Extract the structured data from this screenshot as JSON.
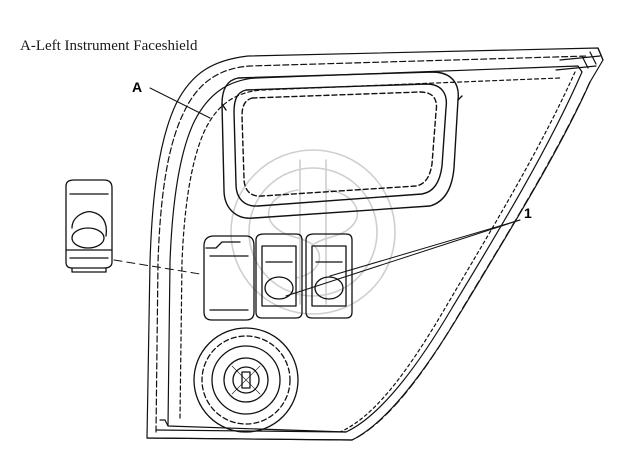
{
  "caption": "A-Left Instrument Faceshield",
  "callouts": {
    "a": "A",
    "one": "1"
  },
  "colors": {
    "ink": "#111111",
    "watermark": "#cfcfcf",
    "background": "#ffffff"
  }
}
